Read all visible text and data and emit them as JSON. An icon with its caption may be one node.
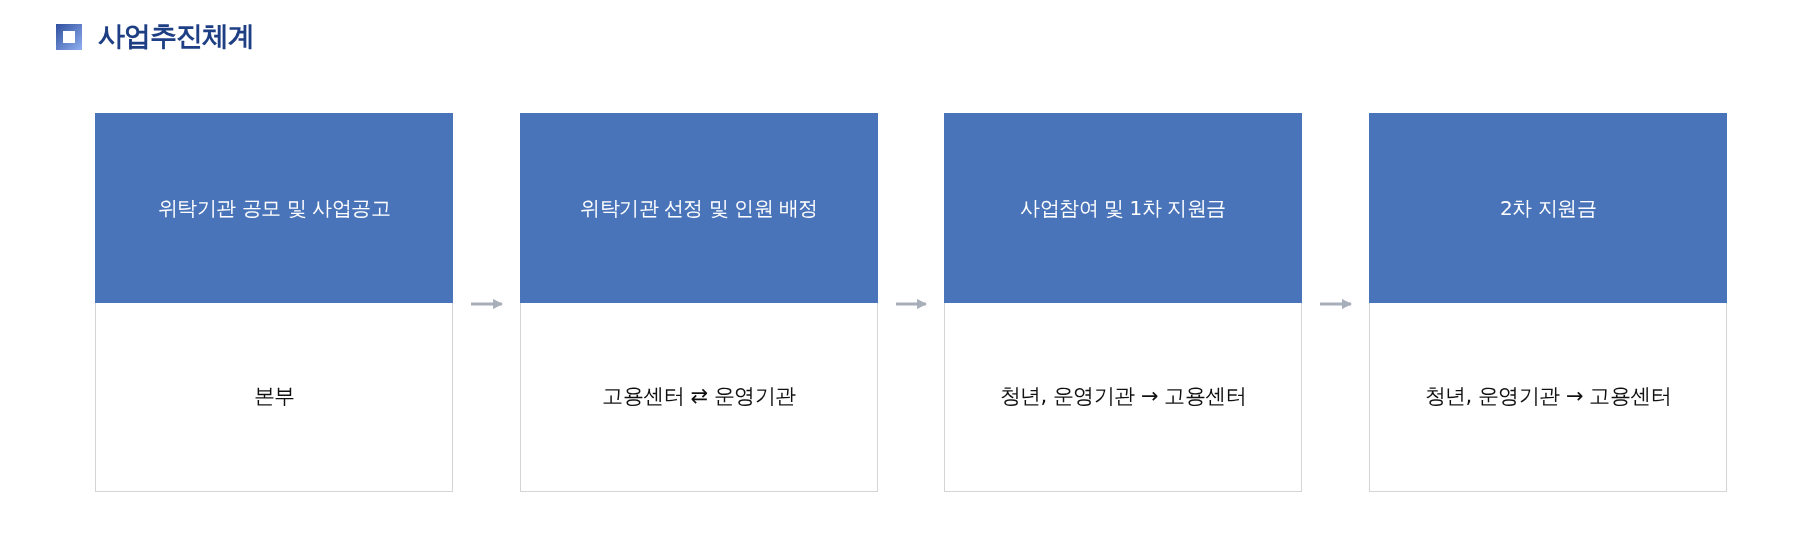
{
  "diagram": {
    "title": "사업추진체계",
    "nodes": [
      {
        "text": [
          "위탁기관 공모 및 사업공고",
          "본부"
        ]
      },
      {
        "text": [
          "위탁기관 선정 및 인원 배정",
          "고용센터 ⇄ 운영기관"
        ]
      },
      {
        "text": [
          "사업참여 및 1차 지원금",
          "청년, 운영기관 → 고용센터"
        ]
      },
      {
        "text": [
          "2차 지원금",
          "청년, 운영기관 → 고용센터"
        ]
      }
    ],
    "edges": [
      {
        "from": 0,
        "to": 1,
        "arrow": "to"
      },
      {
        "from": 1,
        "to": 2,
        "arrow": "to"
      },
      {
        "from": 2,
        "to": 3,
        "arrow": "to"
      }
    ]
  }
}
